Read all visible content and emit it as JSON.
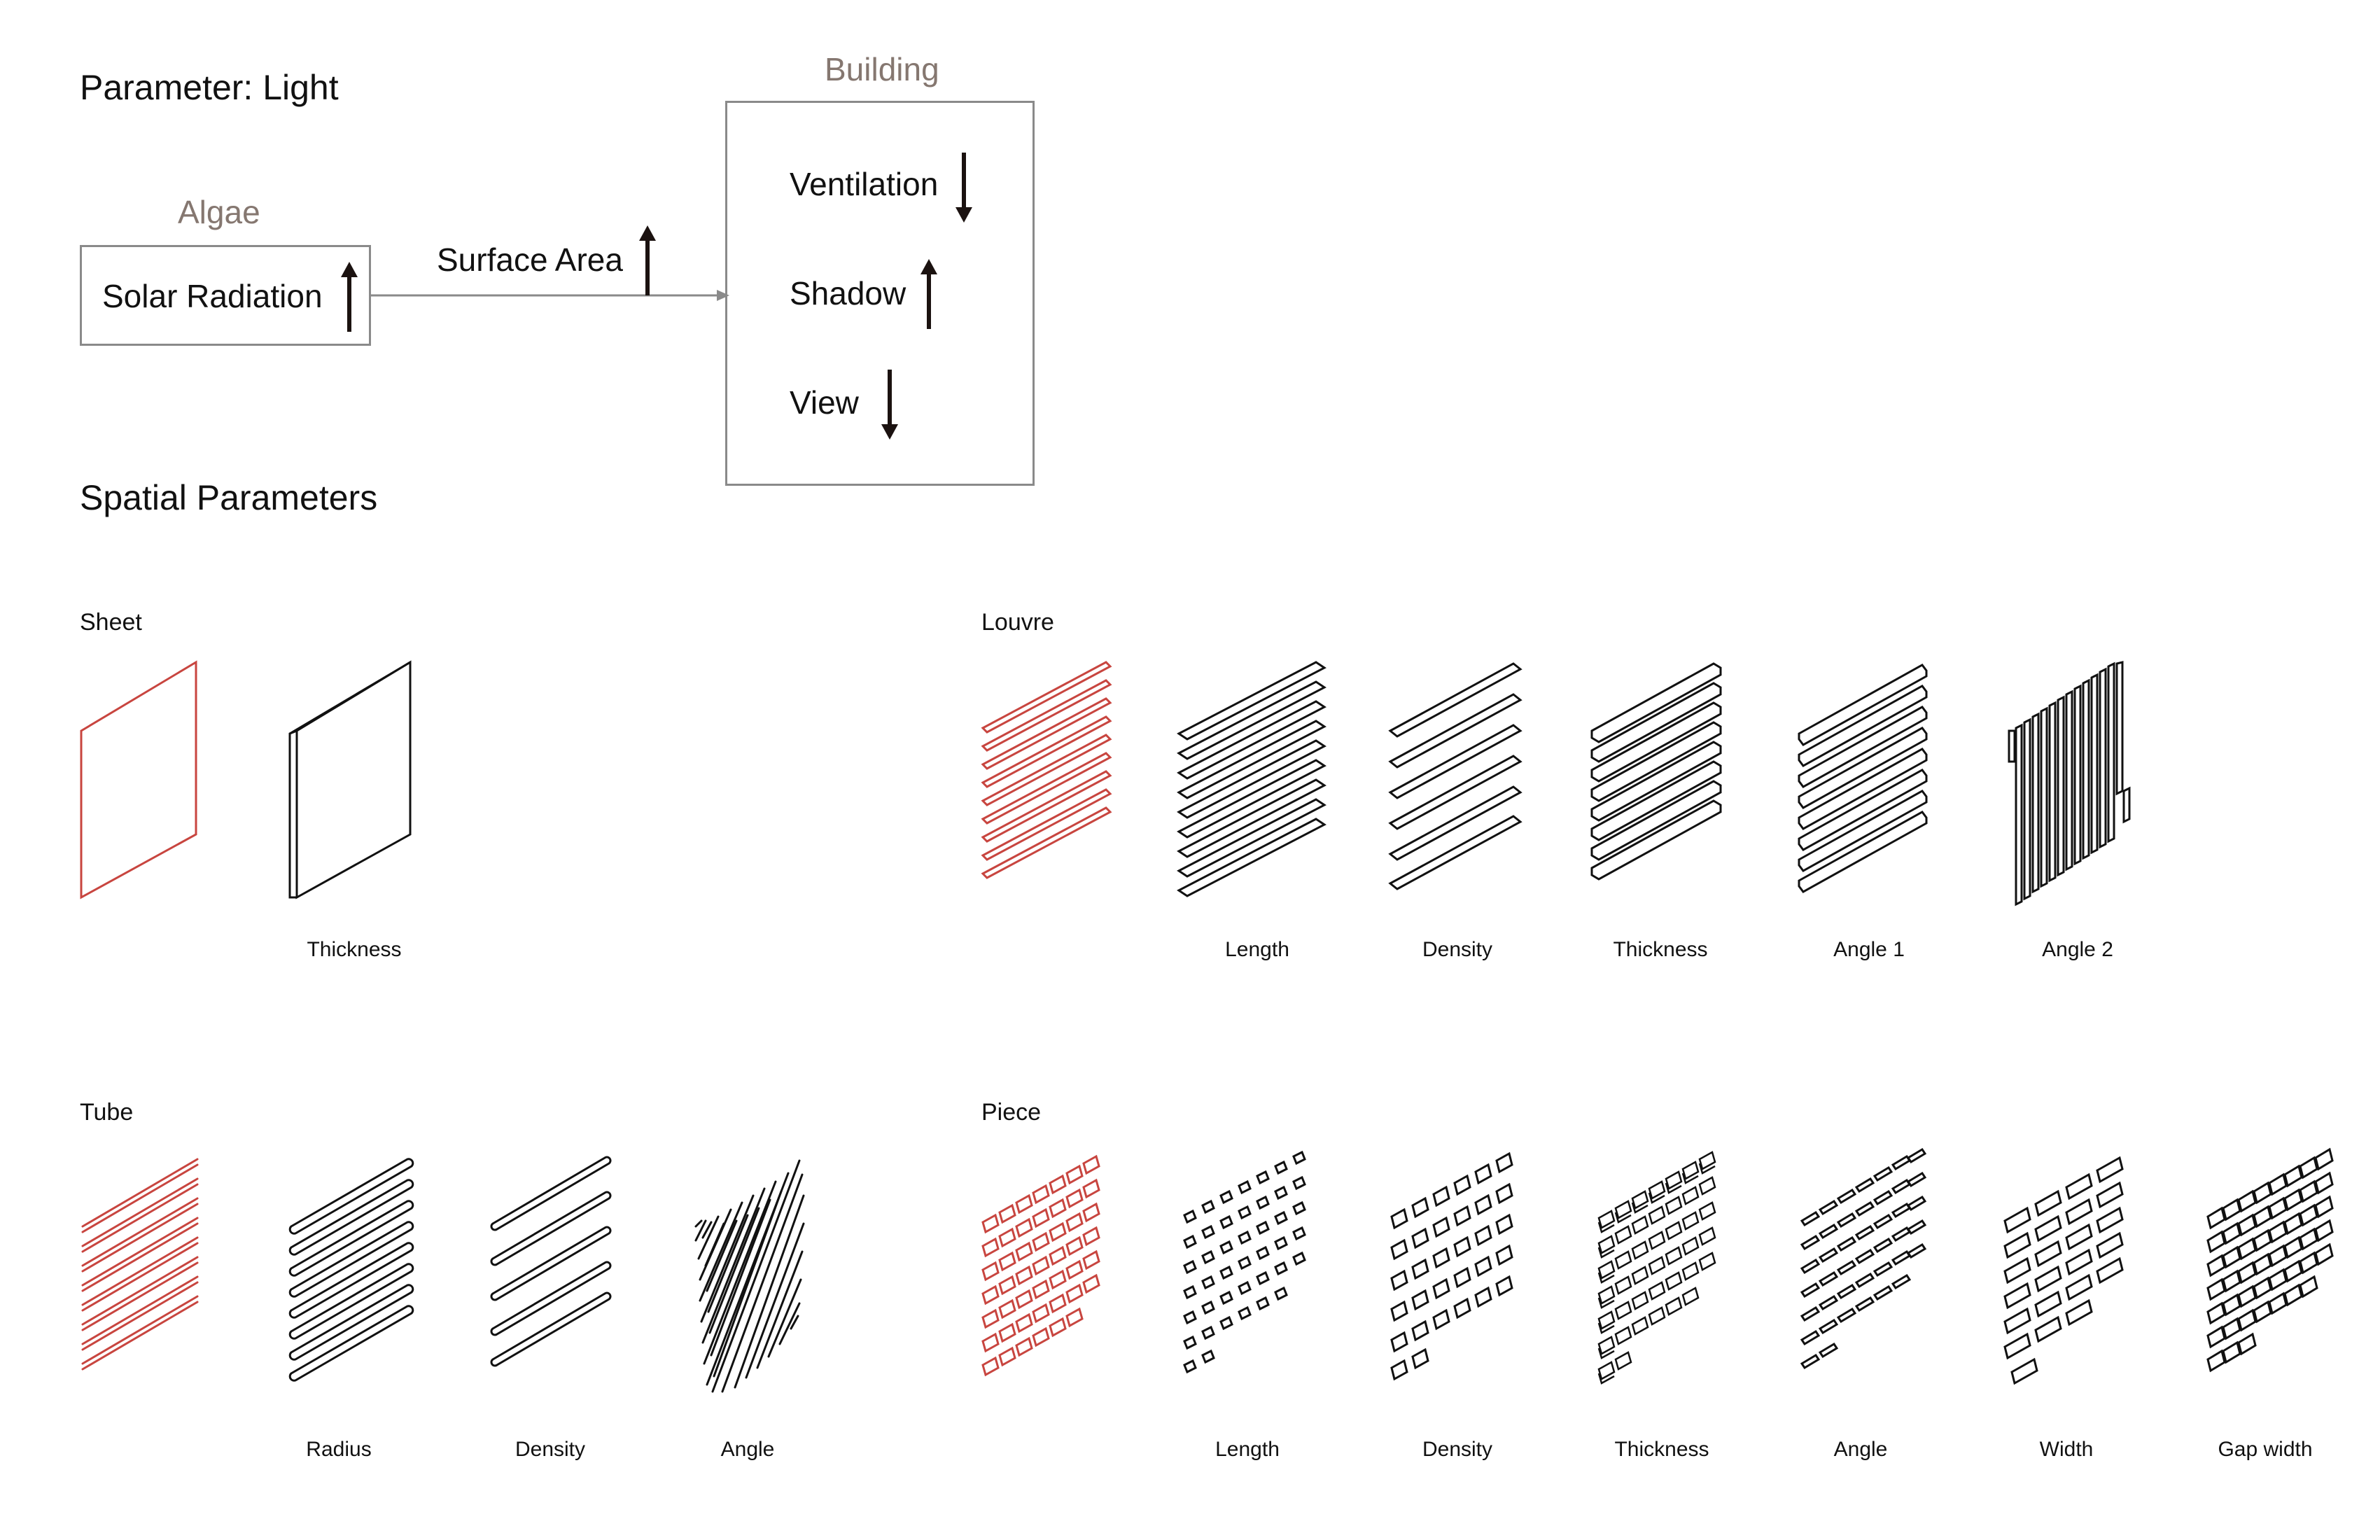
{
  "header": {
    "title": "Parameter: Light"
  },
  "algae": {
    "title": "Algae",
    "item": "Solar Radiation",
    "item_arrow": "up"
  },
  "connector": {
    "label": "Surface Area",
    "arrow": "up"
  },
  "building": {
    "title": "Building",
    "items": [
      {
        "label": "Ventilation",
        "arrow": "down"
      },
      {
        "label": "Shadow",
        "arrow": "up"
      },
      {
        "label": "View",
        "arrow": "down"
      }
    ]
  },
  "spatial": {
    "title": "Spatial Parameters"
  },
  "groups": {
    "sheet": {
      "title": "Sheet",
      "variants": [
        "Thickness"
      ]
    },
    "louvre": {
      "title": "Louvre",
      "variants": [
        "Length",
        "Density",
        "Thickness",
        "Angle 1",
        "Angle 2"
      ]
    },
    "tube": {
      "title": "Tube",
      "variants": [
        "Radius",
        "Density",
        "Angle"
      ]
    },
    "piece": {
      "title": "Piece",
      "variants": [
        "Length",
        "Density",
        "Thickness",
        "Angle",
        "Width",
        "Gap width"
      ]
    }
  },
  "colors": {
    "base": "#c8453f",
    "variant": "#111111",
    "box_border": "#8a8a8a",
    "muted_title": "#857770"
  },
  "icons": {
    "up": "up-arrow-icon",
    "down": "down-arrow-icon"
  }
}
